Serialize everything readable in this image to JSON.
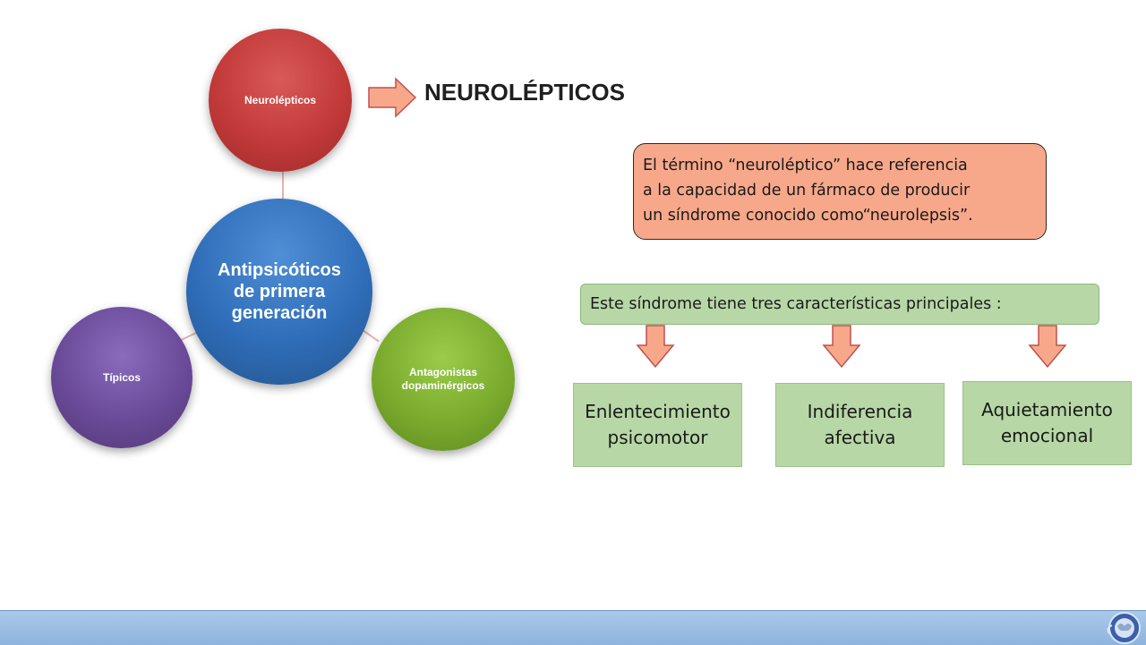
{
  "diagram": {
    "center": "Antipsicóticos\nde primera\ngeneración",
    "top": "Neurolépticos",
    "left": "Típicos",
    "right": "Antagonistas\ndopaminérgicos"
  },
  "heading": "NEUROLÉPTICOS",
  "definition": "El término “neuroléptico” hace referencia\na la capacidad de un fármaco de producir\nun síndrome conocido como“neurolepsis”.",
  "banner": "Este síndrome tiene tres características principales :",
  "features": [
    "Enlentecimiento\npsicomotor",
    "Indiferencia\nafectiva",
    "Aquietamiento\nemocional"
  ],
  "icons": {
    "title_arrow": "right-arrow-icon",
    "feature_arrows": "down-arrow-icon",
    "footer_logo": "brain-globe-icon"
  },
  "colors": {
    "red_circle": "#c23a39",
    "blue_circle": "#2f6db8",
    "purple_circle": "#6a4a99",
    "green_circle": "#7aab2d",
    "salmon": "#f7a88b",
    "light_green": "#b7d8a6",
    "footer": "#a9c9ea"
  }
}
